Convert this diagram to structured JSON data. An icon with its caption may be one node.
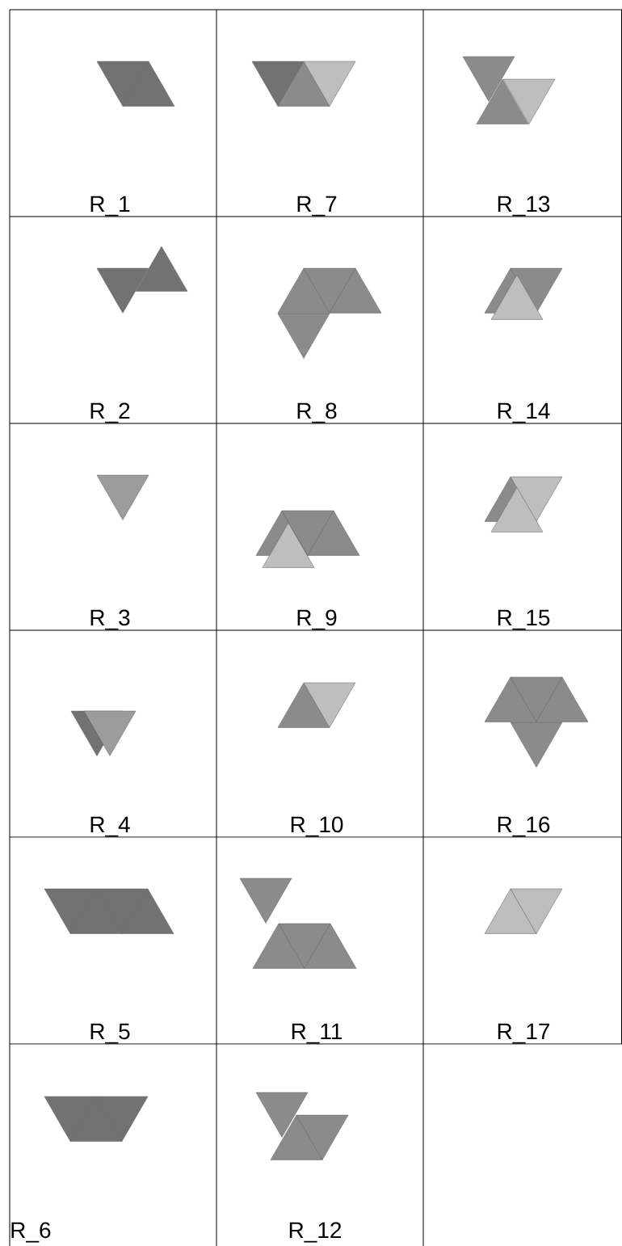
{
  "diagram": {
    "labels": [
      "R_1",
      "R_7",
      "R_13",
      "R_2",
      "R_8",
      "R_14",
      "R_3",
      "R_9",
      "R_15",
      "R_4",
      "R_10",
      "R_16",
      "R_5",
      "R_11",
      "R_17",
      "R_6",
      "R_12"
    ]
  }
}
